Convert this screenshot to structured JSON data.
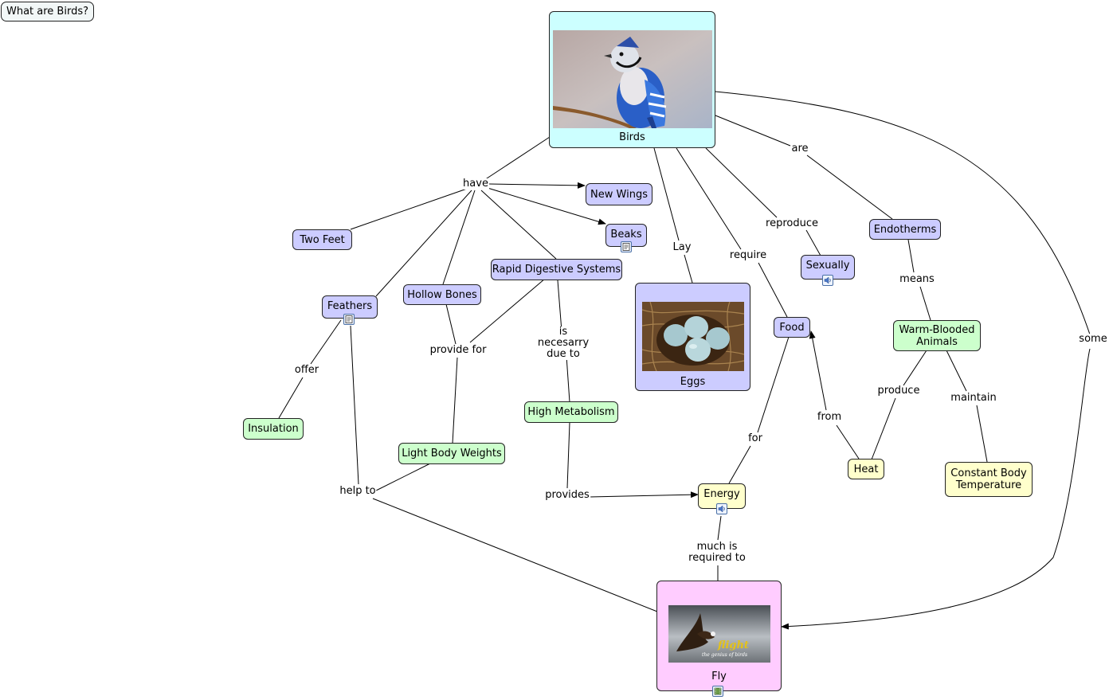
{
  "title": "What are Birds?",
  "nodes": {
    "birds": "Birds",
    "new_wings": "New Wings",
    "beaks": "Beaks",
    "two_feet": "Two Feet",
    "rapid_digestive": "Rapid Digestive Systems",
    "hollow_bones": "Hollow Bones",
    "feathers": "Feathers",
    "eggs": "Eggs",
    "food": "Food",
    "sexually": "Sexually",
    "endotherms": "Endotherms",
    "warm_blooded": "Warm-Blooded Animals",
    "insulation": "Insulation",
    "high_metabolism": "High Metabolism",
    "light_body_weights": "Light Body Weights",
    "energy": "Energy",
    "heat": "Heat",
    "constant_body_temperature": "Constant Body Temperature",
    "fly": "Fly"
  },
  "links": {
    "have": "have",
    "are": "are",
    "reproduce": "reproduce",
    "lay": "Lay",
    "require": "require",
    "means": "means",
    "some": "some",
    "offer": "offer",
    "provide_for": "provide for",
    "is_necessary_due_to": "is necesarry due to",
    "produce": "produce",
    "maintain": "maintain",
    "from": "from",
    "for": "for",
    "help_to": "help to",
    "provides": "provides",
    "much_is_required_to": "much is required to"
  },
  "images": {
    "fly_banner_title": "flight",
    "fly_banner_subtitle": "the genius of birds"
  },
  "colors": {
    "concept_blue": "#ccccff",
    "concept_green": "#ccffcc",
    "concept_yellow": "#ffffcc",
    "concept_pink": "#ffccff",
    "concept_cyan": "#ccffff"
  },
  "icons": [
    "document-icon",
    "audio-icon",
    "video-icon"
  ]
}
